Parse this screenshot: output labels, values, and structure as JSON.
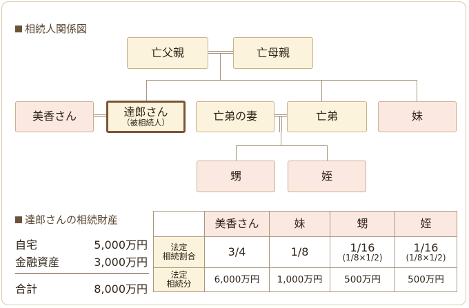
{
  "family_chart": {
    "title": "相続人関係図",
    "father": "亡父親",
    "mother": "亡母親",
    "wife": "美香さん",
    "deceased_name": "達郎さん",
    "deceased_note": "（被相続人）",
    "brother_wife": "亡弟の妻",
    "brother": "亡弟",
    "sister": "妹",
    "nephew": "甥",
    "niece": "姪"
  },
  "assets": {
    "title": "達郎さんの相続財産",
    "items": [
      {
        "label": "自宅",
        "value": "5,000万円"
      },
      {
        "label": "金融資産",
        "value": "3,000万円"
      }
    ],
    "total_label": "合計",
    "total_value": "8,000万円"
  },
  "distribution": {
    "heirs": [
      "美香さん",
      "妹",
      "甥",
      "姪"
    ],
    "ratio_label_1": "法定",
    "ratio_label_2": "相続割合",
    "ratios": [
      "3/4",
      "1/8",
      "1/16",
      "1/16"
    ],
    "ratio_notes": [
      "",
      "",
      "(1/8×1/2)",
      "(1/8×1/2)"
    ],
    "amount_label_1": "法定",
    "amount_label_2": "相続分",
    "amounts": [
      "6,000万円",
      "1,000万円",
      "500万円",
      "500万円"
    ]
  },
  "colors": {
    "cream_box": "#fbf3dc",
    "pink_box": "#fbe8e0",
    "highlight_border": "#7a5534",
    "line": "#a8977f"
  }
}
